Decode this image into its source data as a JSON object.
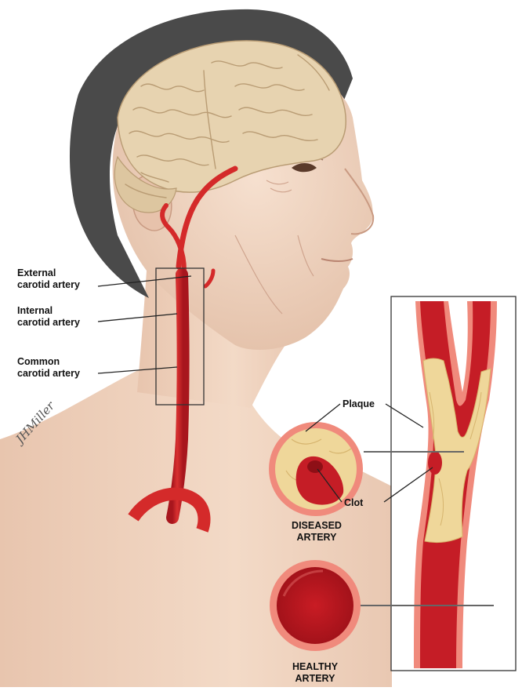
{
  "labels": {
    "external": {
      "line1": "External",
      "line2": "carotid artery"
    },
    "internal": {
      "line1": "Internal",
      "line2": "carotid artery"
    },
    "common": {
      "line1": "Common",
      "line2": "carotid artery"
    },
    "plaque": "Plaque",
    "clot": "Clot",
    "diseased": {
      "line1": "DISEASED",
      "line2": "ARTERY"
    },
    "healthy": {
      "line1": "HEALTHY",
      "line2": "ARTERY"
    }
  },
  "signature": "JHMiller",
  "colors": {
    "skin": "#f2d7c2",
    "skin_shadow": "#dcb39a",
    "hair": "#4a4a4a",
    "brain": "#e7d3b0",
    "brain_fold": "#b99c74",
    "artery": "#d42a2a",
    "artery_dark": "#a8161d",
    "vessel_wall": "#f08a7c",
    "plaque": "#efd79a",
    "frame": "#333333"
  }
}
